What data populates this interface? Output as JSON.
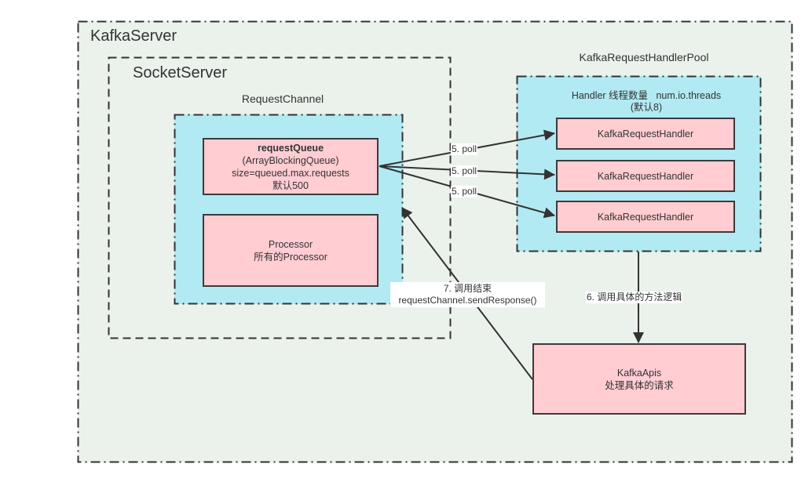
{
  "colors": {
    "outer_bg": "#ebf2ec",
    "cyan_bg": "#b1eaf2",
    "pink_bg": "#ffcdd2",
    "stroke": "#333333"
  },
  "kafka_server": {
    "title": "KafkaServer"
  },
  "socket_server": {
    "title": "SocketServer"
  },
  "request_channel": {
    "title": "RequestChannel",
    "request_queue": {
      "name": "requestQueue",
      "type": "(ArrayBlockingQueue)",
      "size": "size=queued.max.requests",
      "default": "默认500"
    },
    "processor": {
      "name": "Processor",
      "desc": "所有的Processor"
    }
  },
  "handler_pool": {
    "title": "KafkaRequestHandlerPool",
    "threads_label": "Handler 线程数量   num.io.threads",
    "threads_default": "(默认8)",
    "handlers": [
      {
        "label": "KafkaRequestHandler"
      },
      {
        "label": "KafkaRequestHandler"
      },
      {
        "label": "KafkaRequestHandler"
      }
    ]
  },
  "kafka_apis": {
    "name": "KafkaApis",
    "desc": "处理具体的请求"
  },
  "edges": {
    "poll": [
      "5. poll",
      "5. poll",
      "5. poll"
    ],
    "invoke": "6. 调用具体的方法逻辑",
    "respond_line1": "7. 调用结束",
    "respond_line2": "requestChannel.sendResponse()"
  }
}
